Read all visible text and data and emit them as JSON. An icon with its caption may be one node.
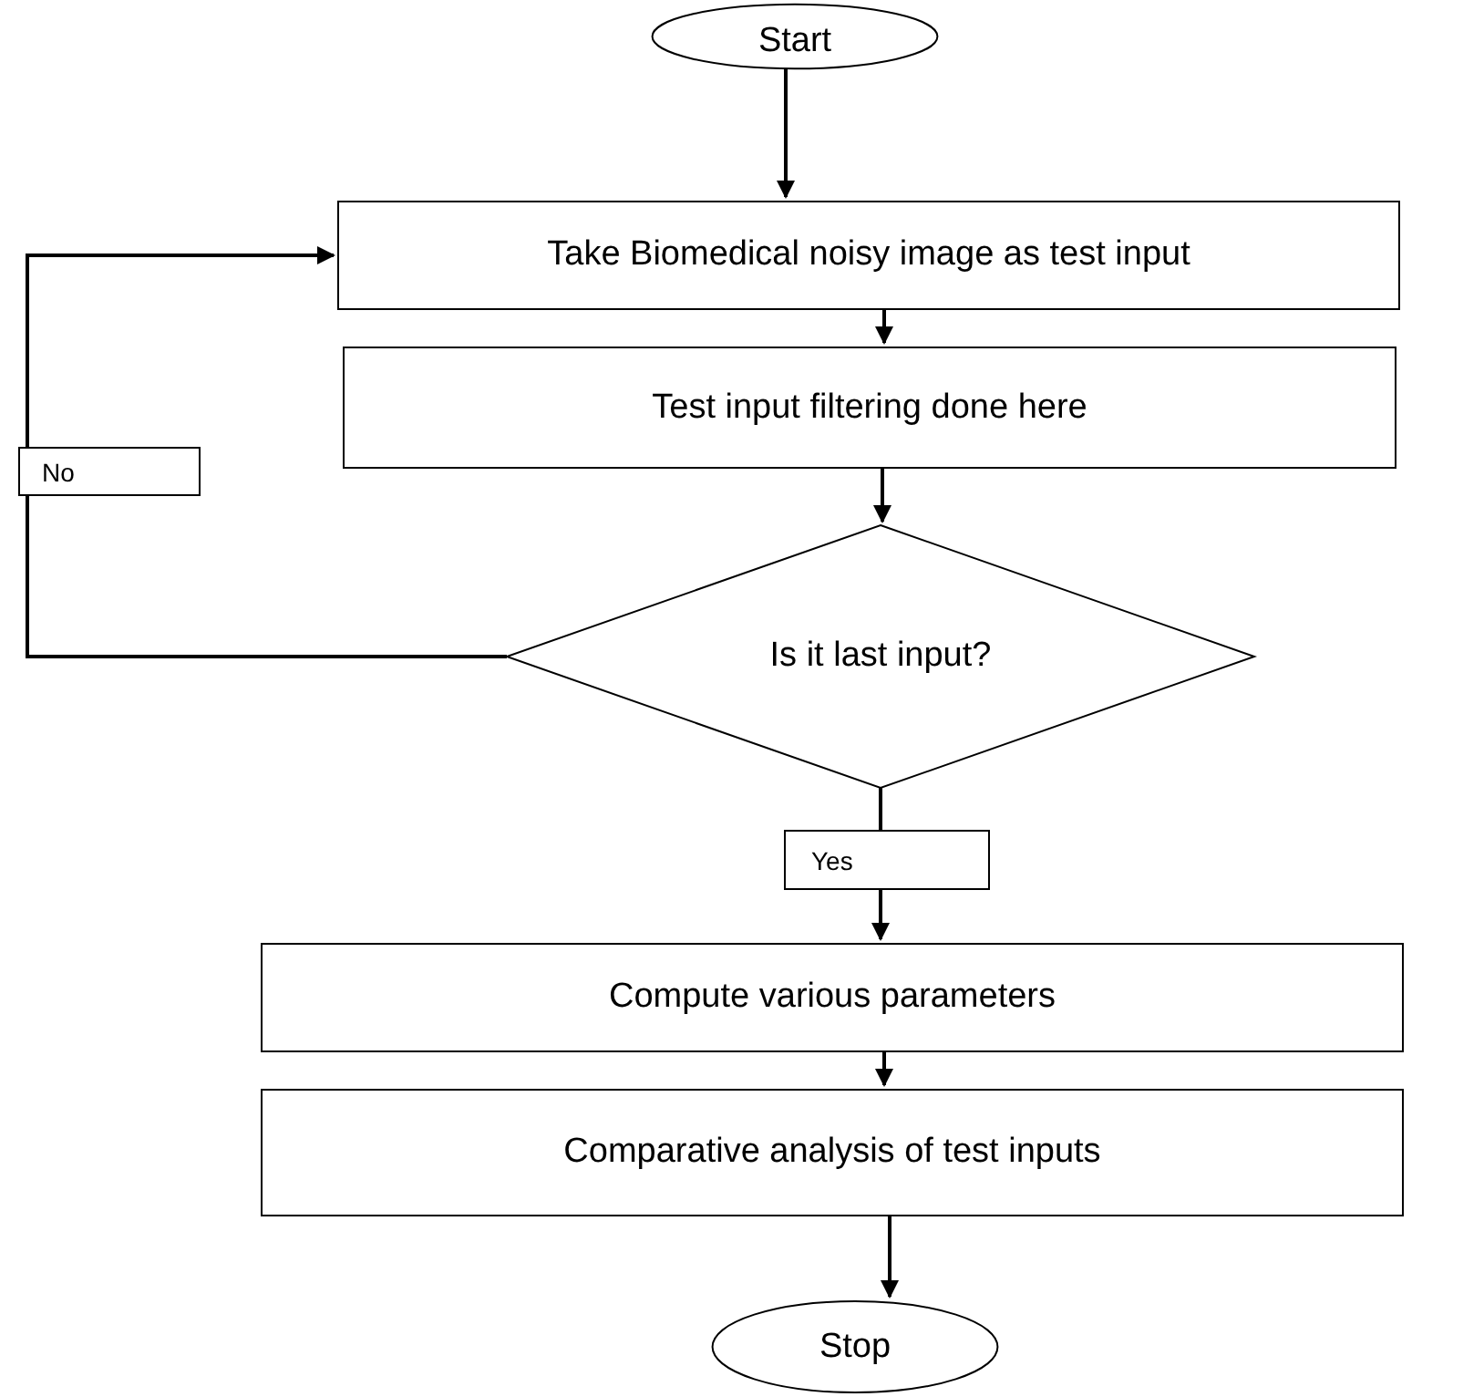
{
  "diagram": {
    "nodes": [
      {
        "text": [
          "Start"
        ]
      },
      {
        "text": [
          "Take Biomedical noisy image as test input"
        ]
      },
      {
        "text": [
          "Test input filtering done here"
        ]
      },
      {
        "text": [
          "Is it last input?"
        ]
      },
      {
        "text": [
          "Compute various parameters"
        ]
      },
      {
        "text": [
          "Comparative analysis of test inputs"
        ]
      },
      {
        "text": [
          "Stop"
        ]
      }
    ],
    "edges": [
      {
        "from": 0,
        "to": 1,
        "arrow": "to"
      },
      {
        "from": 1,
        "to": 2,
        "arrow": "to"
      },
      {
        "from": 2,
        "to": 3,
        "arrow": "to"
      },
      {
        "from": 3,
        "to": 4,
        "arrow": "to",
        "label": "Yes"
      },
      {
        "from": 4,
        "to": 5,
        "arrow": "to"
      },
      {
        "from": 5,
        "to": 6,
        "arrow": "to"
      },
      {
        "from": 3,
        "to": 1,
        "arrow": "to",
        "label": "No"
      }
    ]
  }
}
